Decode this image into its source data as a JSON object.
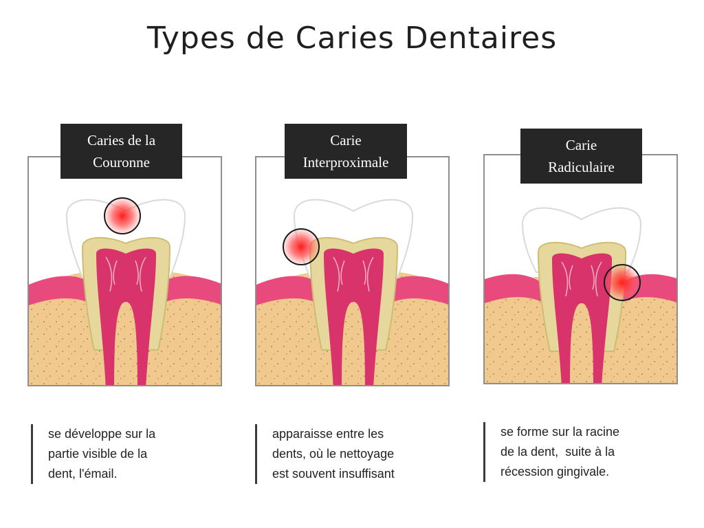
{
  "title": "Types de Caries Dentaires",
  "colors": {
    "label_background": "#262626",
    "enamel": "#ffffff",
    "dentin": "#e6d89c",
    "pulp": "#d8336a",
    "gum": "#e84a7e",
    "bone": "#efc98e",
    "cavity": "#ff2d2d"
  },
  "panels": [
    {
      "label_lines": [
        "Caries de la",
        "Couronne"
      ],
      "description_lines": [
        "se développe sur la",
        "partie visible de la",
        "dent, l'émail."
      ],
      "cavity_location": "crown"
    },
    {
      "label_lines": [
        "Carie",
        "Interproximale"
      ],
      "description_lines": [
        "apparaisse entre les",
        "dents, où le nettoyage",
        "est souvent insuffisant"
      ],
      "cavity_location": "interproximal"
    },
    {
      "label_lines": [
        "Carie",
        "Radiculaire"
      ],
      "description_lines": [
        "se forme sur la racine",
        "de la dent,  suite à la",
        "récession gingivale."
      ],
      "cavity_location": "root"
    }
  ]
}
